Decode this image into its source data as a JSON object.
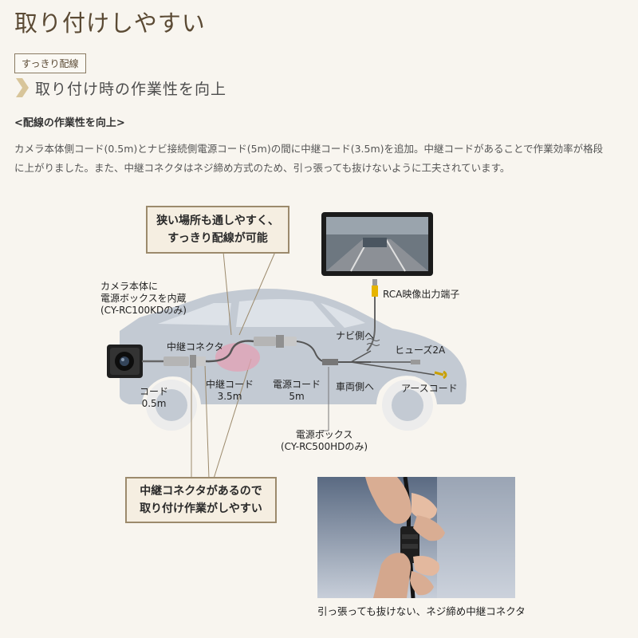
{
  "page": {
    "title": "取り付けしやすい",
    "tag": "すっきり配線",
    "subheading": "取り付け時の作業性を向上",
    "section_title": "<配線の作業性を向上>",
    "body_line1": "カメラ本体側コード(0.5m)とナビ接続側電源コード(5m)の間に中継コード(3.5m)を追加。中継コードがあることで作業効率が格段",
    "body_line2": "に上がりました。また、中継コネクタはネジ締め方式のため、引っ張っても抜けないように工夫されています。"
  },
  "diagram": {
    "callout_top_line1": "狭い場所も通しやすく、",
    "callout_top_line2": "すっきり配線が可能",
    "callout_bottom_line1": "中継コネクタがあるので",
    "callout_bottom_line2": "取り付け作業がしやすい",
    "camera_line1": "カメラ本体に",
    "camera_line2": "電源ボックスを内蔵",
    "camera_line3": "(CY-RC100KDのみ)",
    "relay_connector": "中継コネクタ",
    "code_line1": "コード",
    "code_line2": "0.5m",
    "relay_code_line1": "中継コード",
    "relay_code_line2": "3.5m",
    "power_code_line1": "電源コード",
    "power_code_line2": "5m",
    "navi_side": "ナビ側へ",
    "vehicle_side": "車両側へ",
    "rca_output": "RCA映像出力端子",
    "fuse": "ヒューズ2A",
    "earth_code": "アースコード",
    "power_box_line1": "電源ボックス",
    "power_box_line2": "(CY-RC500HDのみ)",
    "photo_caption": "引っ張っても抜けない、ネジ締め中継コネクタ"
  },
  "colors": {
    "accent": "#d8c59a",
    "title": "#5b4a34",
    "background": "#f8f5ef",
    "car": "#c3cad3",
    "highlight": "#e3a0b4"
  }
}
